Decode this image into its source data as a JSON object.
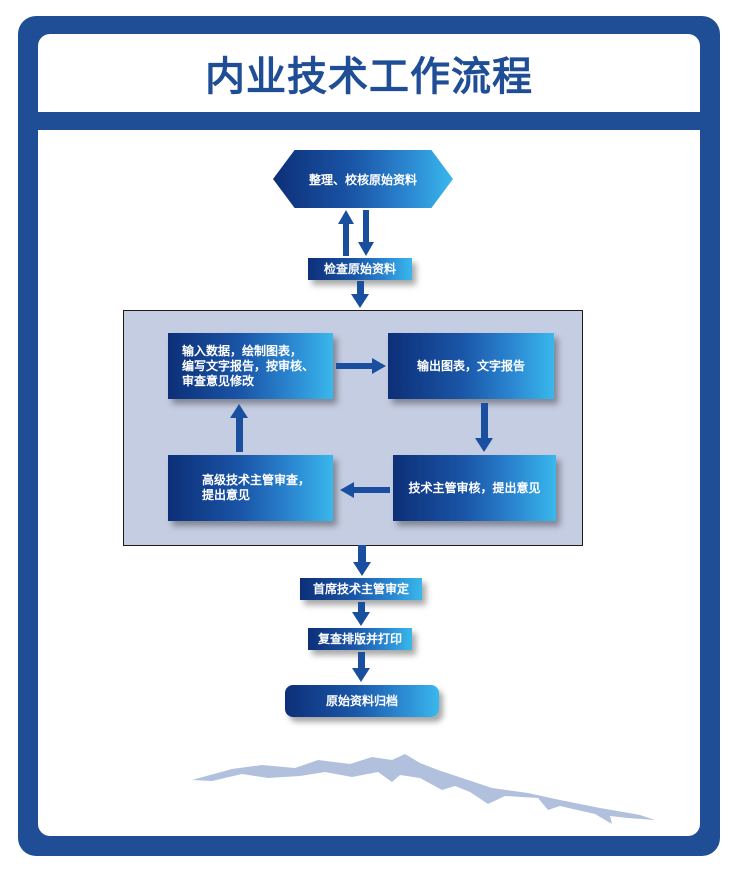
{
  "title": "内业技术工作流程",
  "colors": {
    "frame": "#1f4e96",
    "box_dark": "#0d2f78",
    "box_light": "#39b8ec",
    "loop_bg": "#c5cde3",
    "arrow": "#1a4fa0",
    "mountain": "#a9b9d8"
  },
  "steps": {
    "s1": "整理、校核原始资料",
    "s2": "检查原始资料",
    "loop1": "输入数据，绘制图表，\n编写文字报告，按审核、\n审查意见修改",
    "loop2": "输出图表，文字报告",
    "loop3": "技术主管审核，提出意见",
    "loop4": "高级技术主管审查，\n提出意见",
    "s3": "首席技术主管审定",
    "s4": "复查排版并打印",
    "s5": "原始资料归档"
  }
}
